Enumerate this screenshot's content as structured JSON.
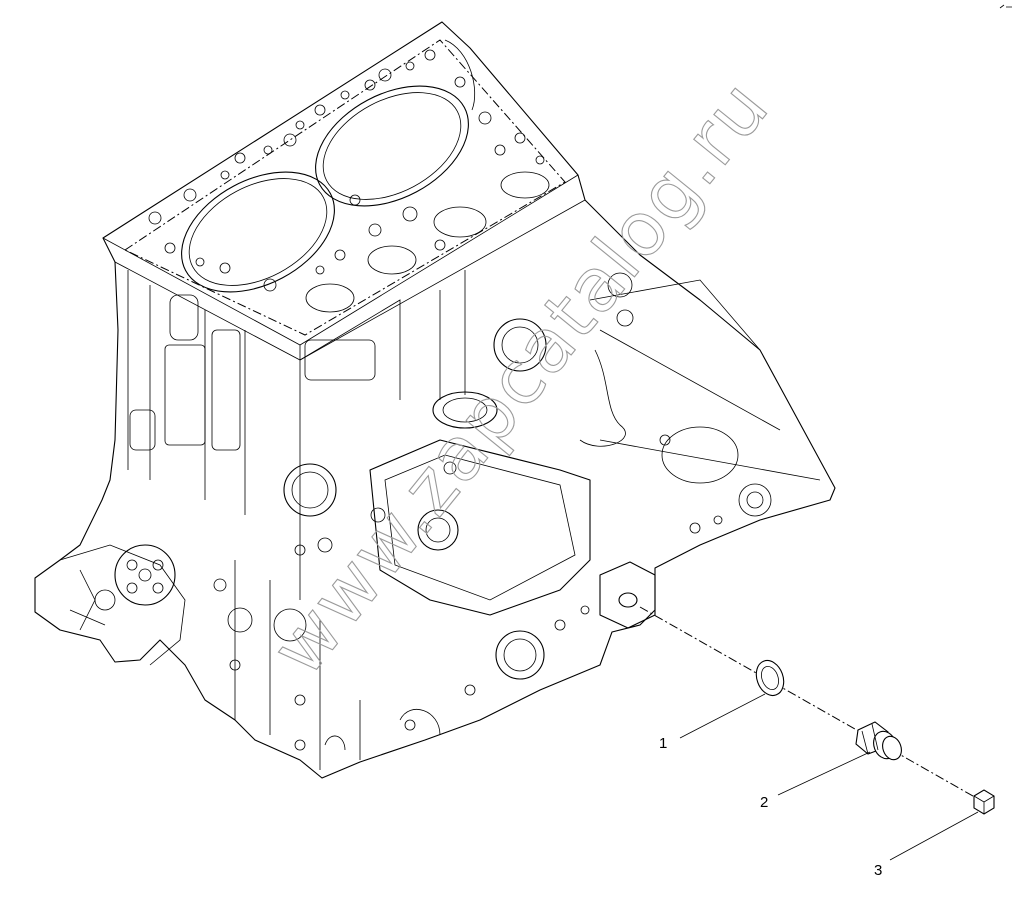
{
  "watermark": {
    "text": "www.zapcatalog.ru",
    "color": "#9a9a9a"
  },
  "callouts": [
    {
      "label": "1",
      "part": "sealing-washer"
    },
    {
      "label": "2",
      "part": "pressure-switch-sensor"
    },
    {
      "label": "3",
      "part": "connector-cap"
    }
  ],
  "colors": {
    "line": "#000000",
    "background": "#ffffff"
  }
}
